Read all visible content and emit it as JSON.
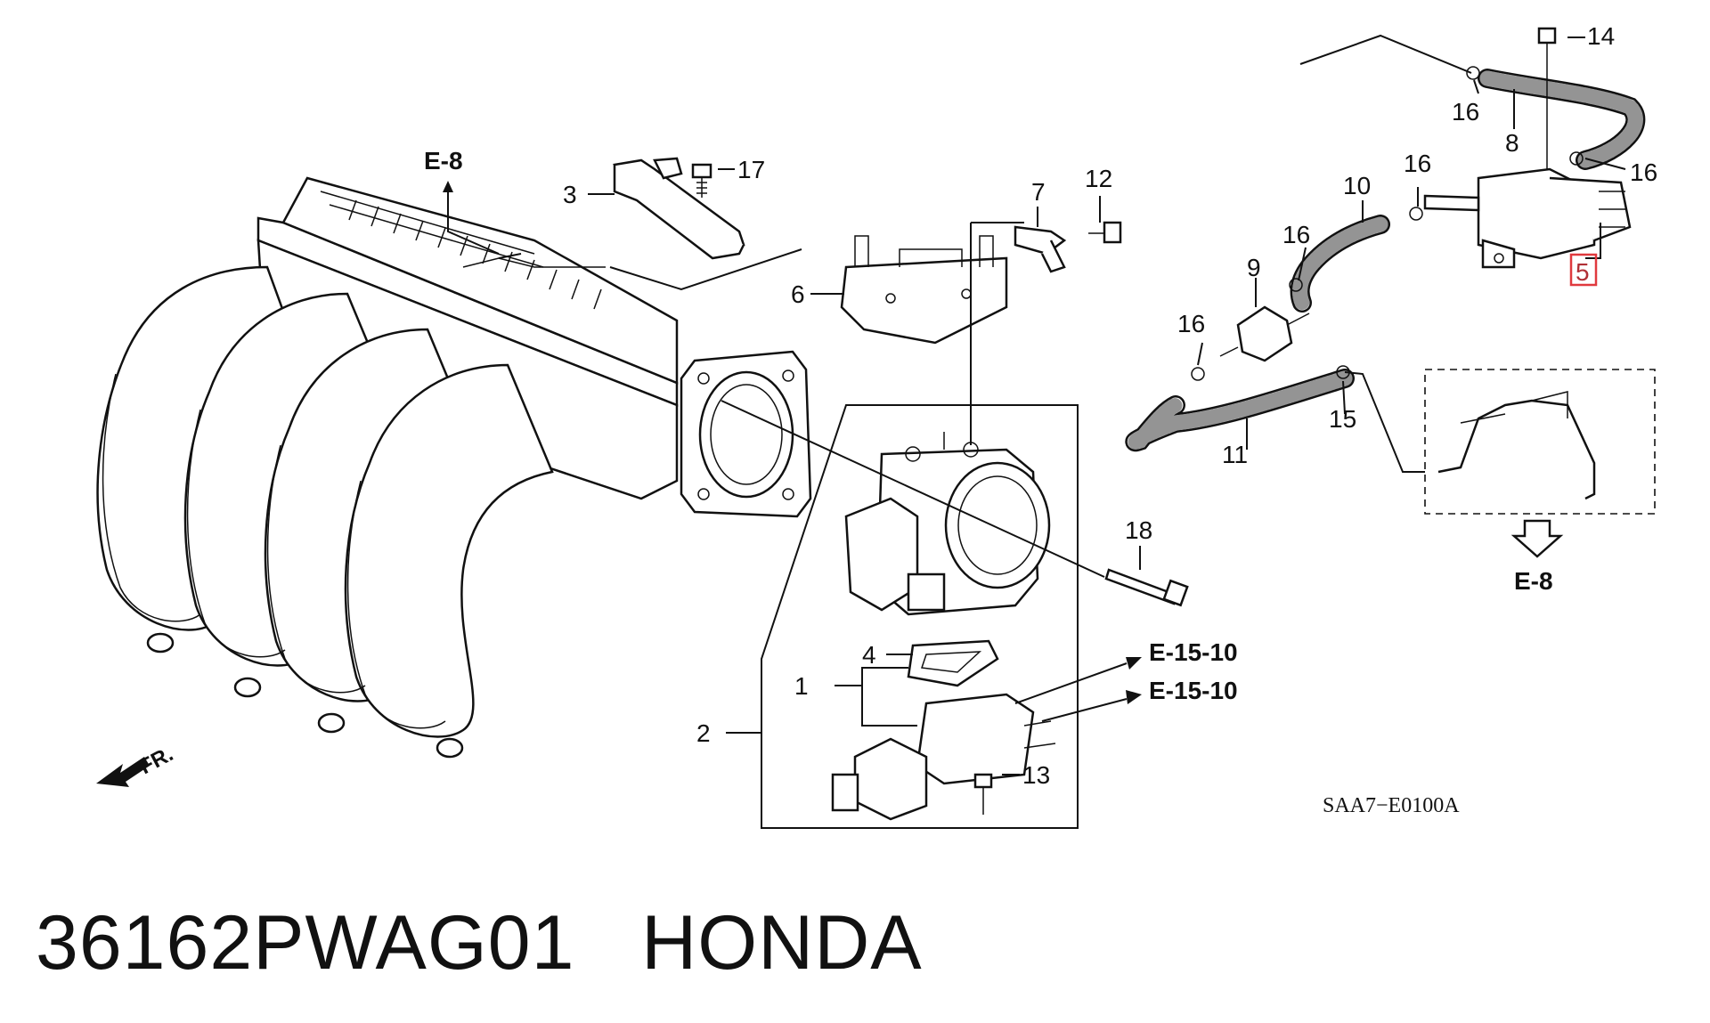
{
  "diagram": {
    "callouts": {
      "c1": "1",
      "c2": "2",
      "c3": "3",
      "c4": "4",
      "c5": "5",
      "c6": "6",
      "c7": "7",
      "c8": "8",
      "c9": "9",
      "c10": "10",
      "c11": "11",
      "c12": "12",
      "c13": "13",
      "c14": "14",
      "c15": "15",
      "c16a": "16",
      "c16b": "16",
      "c16c": "16",
      "c16d": "16",
      "c16e": "16",
      "c17": "17",
      "c18": "18"
    },
    "references": {
      "e8_top": "E-8",
      "e8_right": "E-8",
      "e15_upper": "E-15-10",
      "e15_lower": "E-15-10"
    },
    "direction_label": "FR.",
    "diagram_code": "SAA7−E0100A",
    "highlight_color": "#e0393e"
  },
  "footer": {
    "part_number": "36162PWAG01",
    "brand": "HONDA"
  }
}
